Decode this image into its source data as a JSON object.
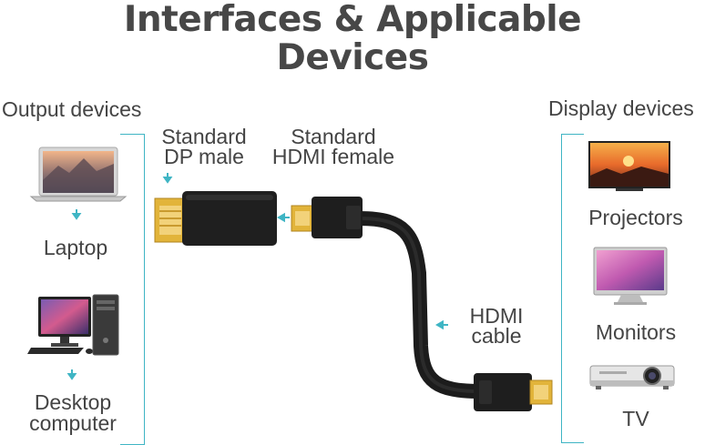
{
  "title": {
    "line1": "Interfaces & Applicable",
    "line2": "Devices"
  },
  "left": {
    "heading": "Output devices",
    "laptop": "Laptop",
    "desktop_line1": "Desktop",
    "desktop_line2": "computer"
  },
  "right": {
    "heading": "Display devices",
    "projectors": "Projectors",
    "monitors": "Monitors",
    "tv": "TV"
  },
  "connectors": {
    "dp_line1": "Standard",
    "dp_line2": "DP male",
    "hdmi_f_line1": "Standard",
    "hdmi_f_line2": "HDMI female",
    "cable_line1": "HDMI",
    "cable_line2": "cable"
  },
  "colors": {
    "accent": "#3fb5c4",
    "plug": "#1e1e1e",
    "gold": "#e2b43a",
    "text": "#444444"
  }
}
